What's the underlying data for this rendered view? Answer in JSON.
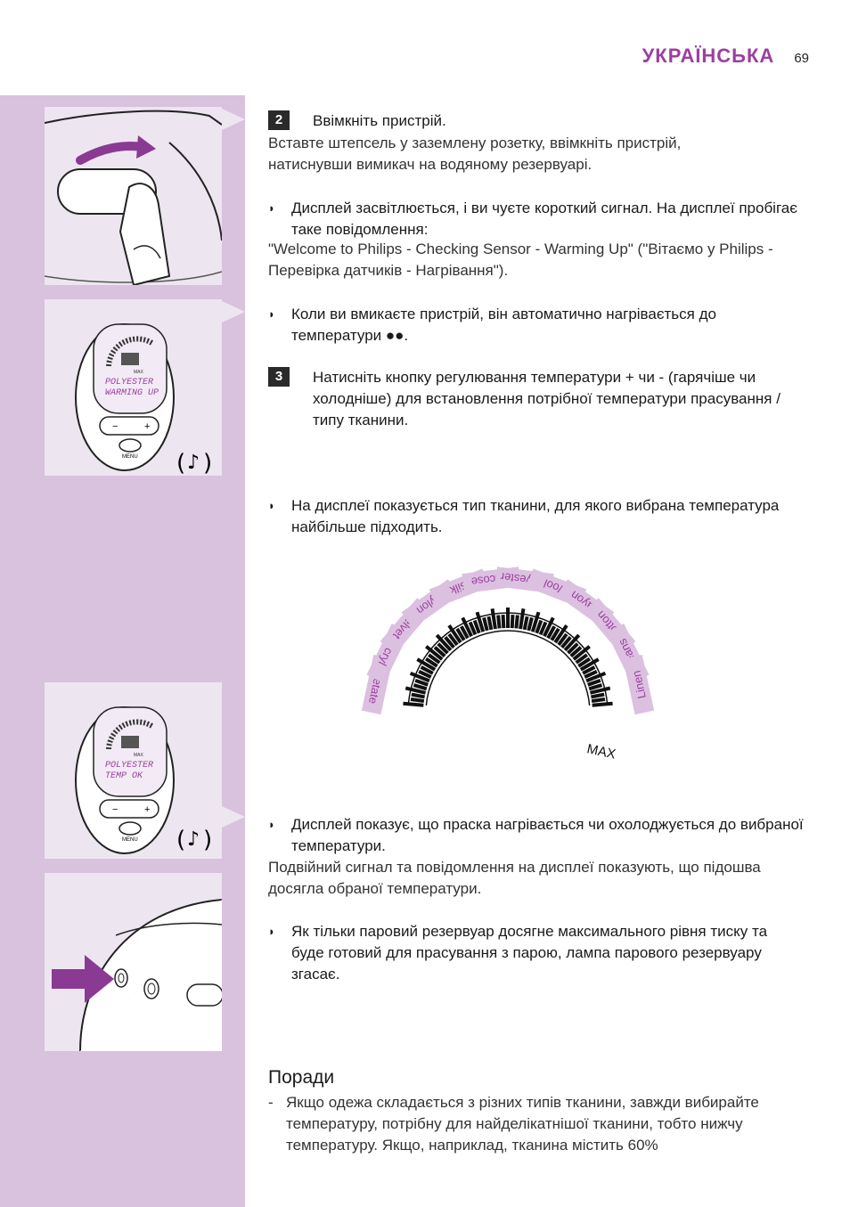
{
  "header": {
    "language": "УКРАЇНСЬКА",
    "page_number": "69"
  },
  "sidebar": {
    "panel1": {
      "display_text": ""
    },
    "panel2": {
      "line1": "POLYESTER",
      "line2": "WARMING UP",
      "max_label": "MAX",
      "minus": "−",
      "plus": "+",
      "menu_label": "MENU"
    },
    "panel3": {
      "line1": "POLYESTER",
      "line2": "TEMP OK",
      "max_label": "MAX",
      "minus": "−",
      "plus": "+",
      "menu_label": "MENU"
    }
  },
  "step2": {
    "number": "2",
    "title": "Ввімкніть пристрій.",
    "body": "Вставте штепсель у заземлену розетку, ввімкніть пристрій, натиснувши вимикач на водяному резервуарі."
  },
  "bullets_a": [
    {
      "bold": "Дисплей засвітлюється, і ви чуєте короткий сигнал. На дисплеї пробігає таке повідомлення:",
      "normal": "\"Welcome to Philips - Checking Sensor - Warming Up\" (\"Вітаємо у Philips - Перевірка датчиків - Нагрівання\")."
    },
    {
      "bold": "Коли ви вмикаєте пристрій, він автоматично нагрівається до температури ●●."
    }
  ],
  "step3": {
    "number": "3",
    "title": "Натисніть кнопку регулювання температури + чи - (гарячіше чи холодніше) для встановлення потрібної температури прасування / типу тканини."
  },
  "bullet_b": {
    "bold": "На дисплеї показується тип тканини, для якого вибрана температура найбільше підходить."
  },
  "dial": {
    "fabrics": [
      "Acetate",
      "Acryl",
      "Velvet",
      "Nylon",
      "Silk",
      "Viscose",
      "Polyester",
      "Wool",
      "Rayon",
      "Cotton",
      "Jeans",
      "Linen"
    ],
    "max_label": "MAX"
  },
  "bullets_c": [
    {
      "bold": "Дисплей показує, що праска нагрівається чи охолоджується до вибраної температури.",
      "normal": "Подвійний сигнал та повідомлення на дисплеї показують, що підошва досягла обраної температури."
    },
    {
      "bold": "Як тільки паровий резервуар досягне максимального рівня тиску та буде готовий для прасування з парою, лампа парового резервуару згасає."
    }
  ],
  "tips": {
    "title": "Поради",
    "items": [
      "Якщо одежа складається з різних типів тканини, завжди вибирайте температуру, потрібну для найделікатнішої тканини, тобто нижчу температуру. Якщо, наприклад, тканина містить 60%"
    ]
  },
  "colors": {
    "accent": "#9b3fa0",
    "sidebar": "#d8c2dd",
    "panel": "#ede6f0",
    "label_bg": "#dcc0e0"
  },
  "icons": {
    "bullet": "triangle-bullet-icon",
    "sound": "sound-note-icon",
    "arrow": "pointer-arrow-icon"
  }
}
